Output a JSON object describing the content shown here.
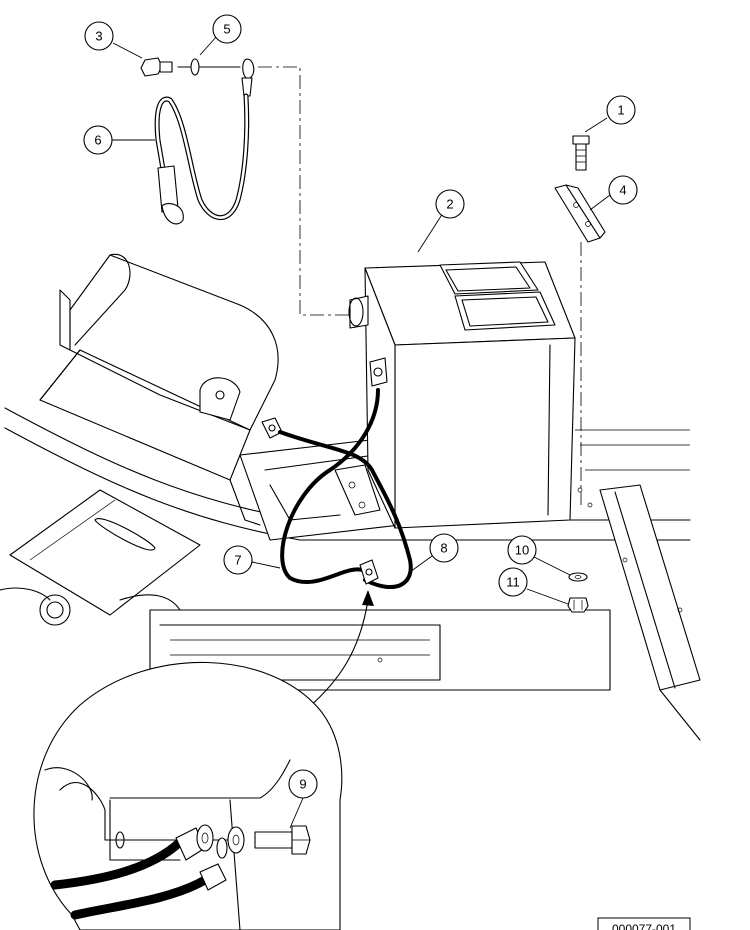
{
  "figure": {
    "id": "000077-001"
  },
  "callouts": [
    {
      "n": "1"
    },
    {
      "n": "2"
    },
    {
      "n": "3"
    },
    {
      "n": "4"
    },
    {
      "n": "5"
    },
    {
      "n": "6"
    },
    {
      "n": "7"
    },
    {
      "n": "8"
    },
    {
      "n": "9"
    },
    {
      "n": "10"
    },
    {
      "n": "11"
    }
  ]
}
